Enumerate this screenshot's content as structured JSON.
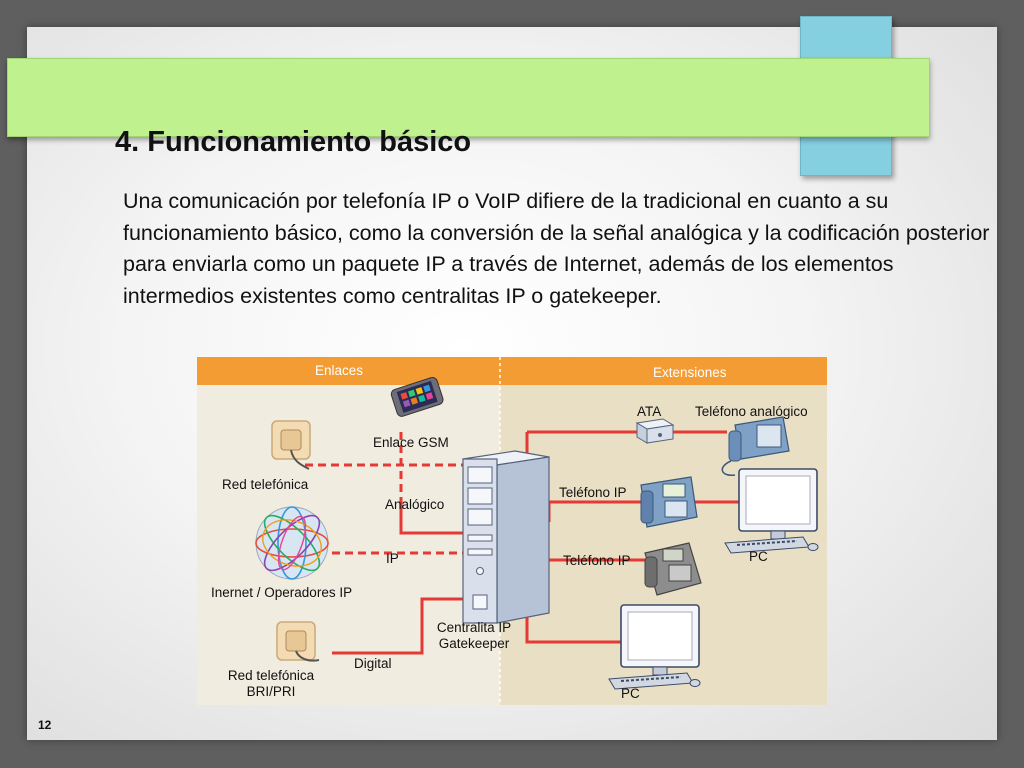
{
  "slide": {
    "title": "4. Funcionamiento básico",
    "body": "Una comunicación por telefonía IP o VoIP difiere de la tradicional en cuanto a su funcionamiento básico, como la conversión de la señal analógica y la codificación posterior para enviarla como un paquete IP a través de Internet, además de los elementos intermedios existentes como centralitas IP o gatekeeper.",
    "page_number": "12"
  },
  "diagram": {
    "headers": {
      "left": "Enlaces",
      "right": "Extensiones"
    },
    "left": {
      "enlace_gsm": "Enlace GSM",
      "red_telefonica": "Red telefónica",
      "analogico": "Analógico",
      "ip": "IP",
      "internet": "Inernet / Operadores IP",
      "digital": "Digital",
      "red_telefonica_bri_line1": "Red telefónica",
      "red_telefonica_bri_line2": "BRI/PRI"
    },
    "center": {
      "centralita_line1": "Centralita IP",
      "centralita_line2": "Gatekeeper"
    },
    "right": {
      "ata": "ATA",
      "telefono_analogico": "Teléfono analógico",
      "telefono_ip_1": "Teléfono IP",
      "telefono_ip_2": "Teléfono IP",
      "pc_1": "PC",
      "pc_2": "PC"
    },
    "colors": {
      "header": "#f39c33",
      "left_bg": "#f1ece0",
      "right_bg": "#e9dfc5",
      "link_line": "#e53935"
    }
  }
}
